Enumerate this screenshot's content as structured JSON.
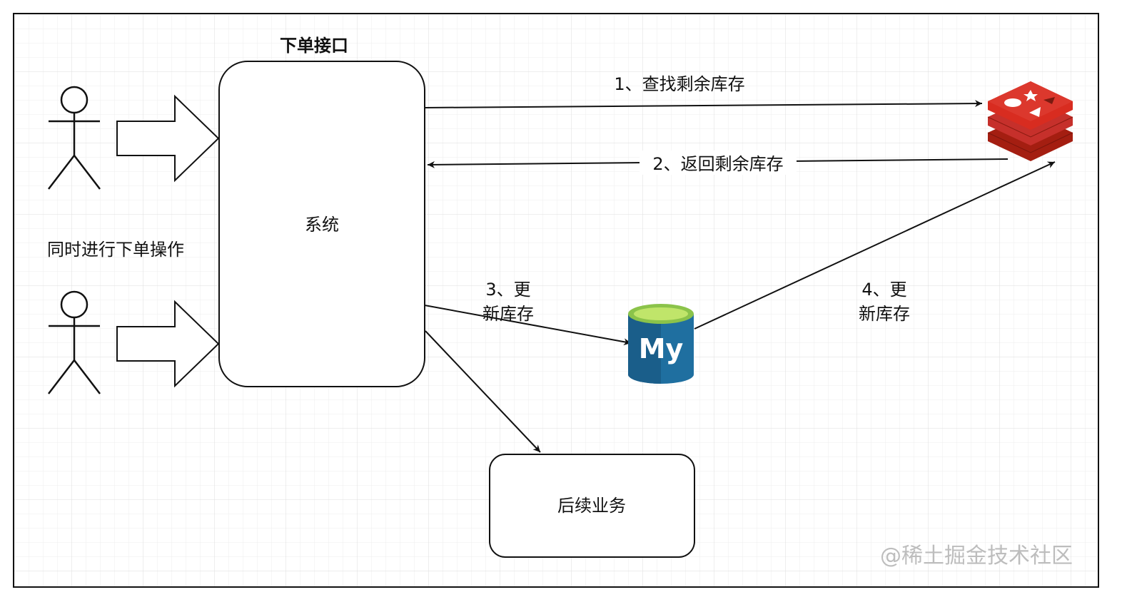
{
  "diagram": {
    "title": "下单接口",
    "actors_label": "同时进行下单操作",
    "system_label": "系统",
    "followup_label": "后续业务",
    "edges": {
      "e1": "1、查找剩余库存",
      "e2": "2、返回剩余库存",
      "e3_line1": "3、更",
      "e3_line2": "新库存",
      "e4_line1": "4、更",
      "e4_line2": "新库存"
    },
    "mysql_logo_text": "My",
    "watermark": "@稀土掘金技术社区"
  },
  "colors": {
    "redis_red": "#C6302B",
    "redis_dark": "#A41E11",
    "mysql_blue": "#1F6FA0",
    "mysql_green": "#8BC34A",
    "grid": "#E6E6E6",
    "stroke": "#111111"
  }
}
